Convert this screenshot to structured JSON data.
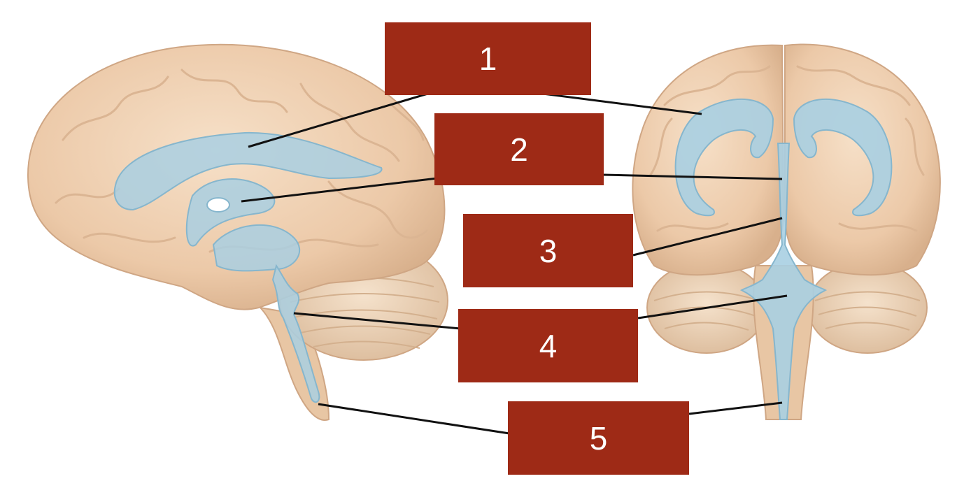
{
  "labels": [
    "1",
    "2",
    "3",
    "4",
    "5"
  ],
  "colors": {
    "label_fill": "#9e2a16",
    "label_text": "#ffffff",
    "brain": "#f0d2b4",
    "brain_shadow": "#ddb896",
    "ventricle": "#a9cfe2",
    "leader_line": "#111111"
  }
}
